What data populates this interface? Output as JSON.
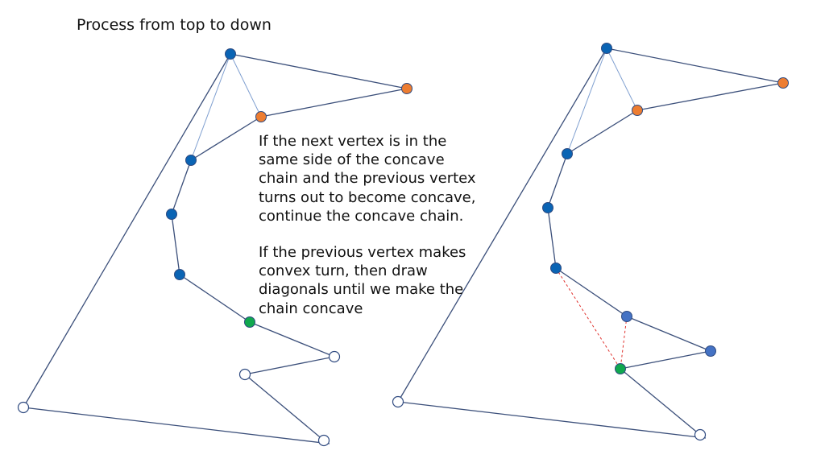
{
  "title": "Process from top to down",
  "explanation": {
    "paragraph1": "If the next vertex is in the same side of the concave chain and the previous vertex  turns out to become concave, continue the concave chain.",
    "paragraph2": "If the previous vertex makes convex turn, then draw diagonals until we make the chain concave"
  },
  "colors": {
    "edge": "#3b4f7a",
    "diagonal": "#7f9fd0",
    "new_diagonal": "#e0322e",
    "blue_vertex": "#0a64b4",
    "orange_vertex": "#ed7d31",
    "green_vertex": "#10a84e",
    "pending_vertex_blue": "#4472c4",
    "unprocessed_vertex": "#ffffff"
  }
}
